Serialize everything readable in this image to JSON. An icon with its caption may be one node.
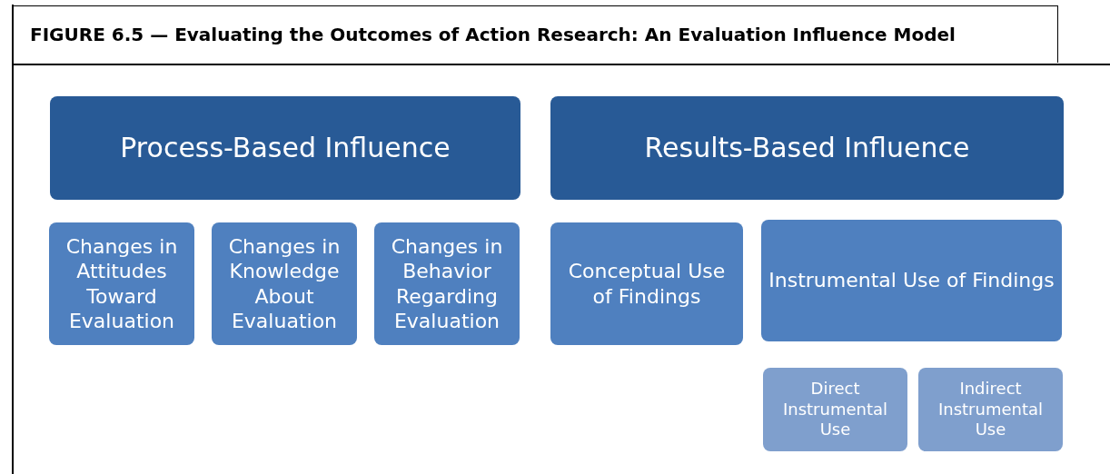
{
  "diagram": {
    "title": "FIGURE 6.5 — Evaluating the Outcomes of Action Research: An Evaluation Influence Model",
    "nodes": [
      {
        "text": [
          "Process-Based Influence"
        ]
      },
      {
        "text": [
          "Changes in Attitudes Toward Evaluation"
        ]
      },
      {
        "text": [
          "Changes in Knowledge About Evaluation"
        ]
      },
      {
        "text": [
          "Changes in Behavior Regarding Evaluation"
        ]
      },
      {
        "text": [
          "Results-Based Influence"
        ]
      },
      {
        "text": [
          "Conceptual Use of Findings"
        ]
      },
      {
        "text": [
          "Instrumental Use of Findings"
        ]
      },
      {
        "text": [
          "Direct Instrumental Use"
        ]
      },
      {
        "text": [
          "Indirect Instrumental Use"
        ]
      }
    ]
  }
}
